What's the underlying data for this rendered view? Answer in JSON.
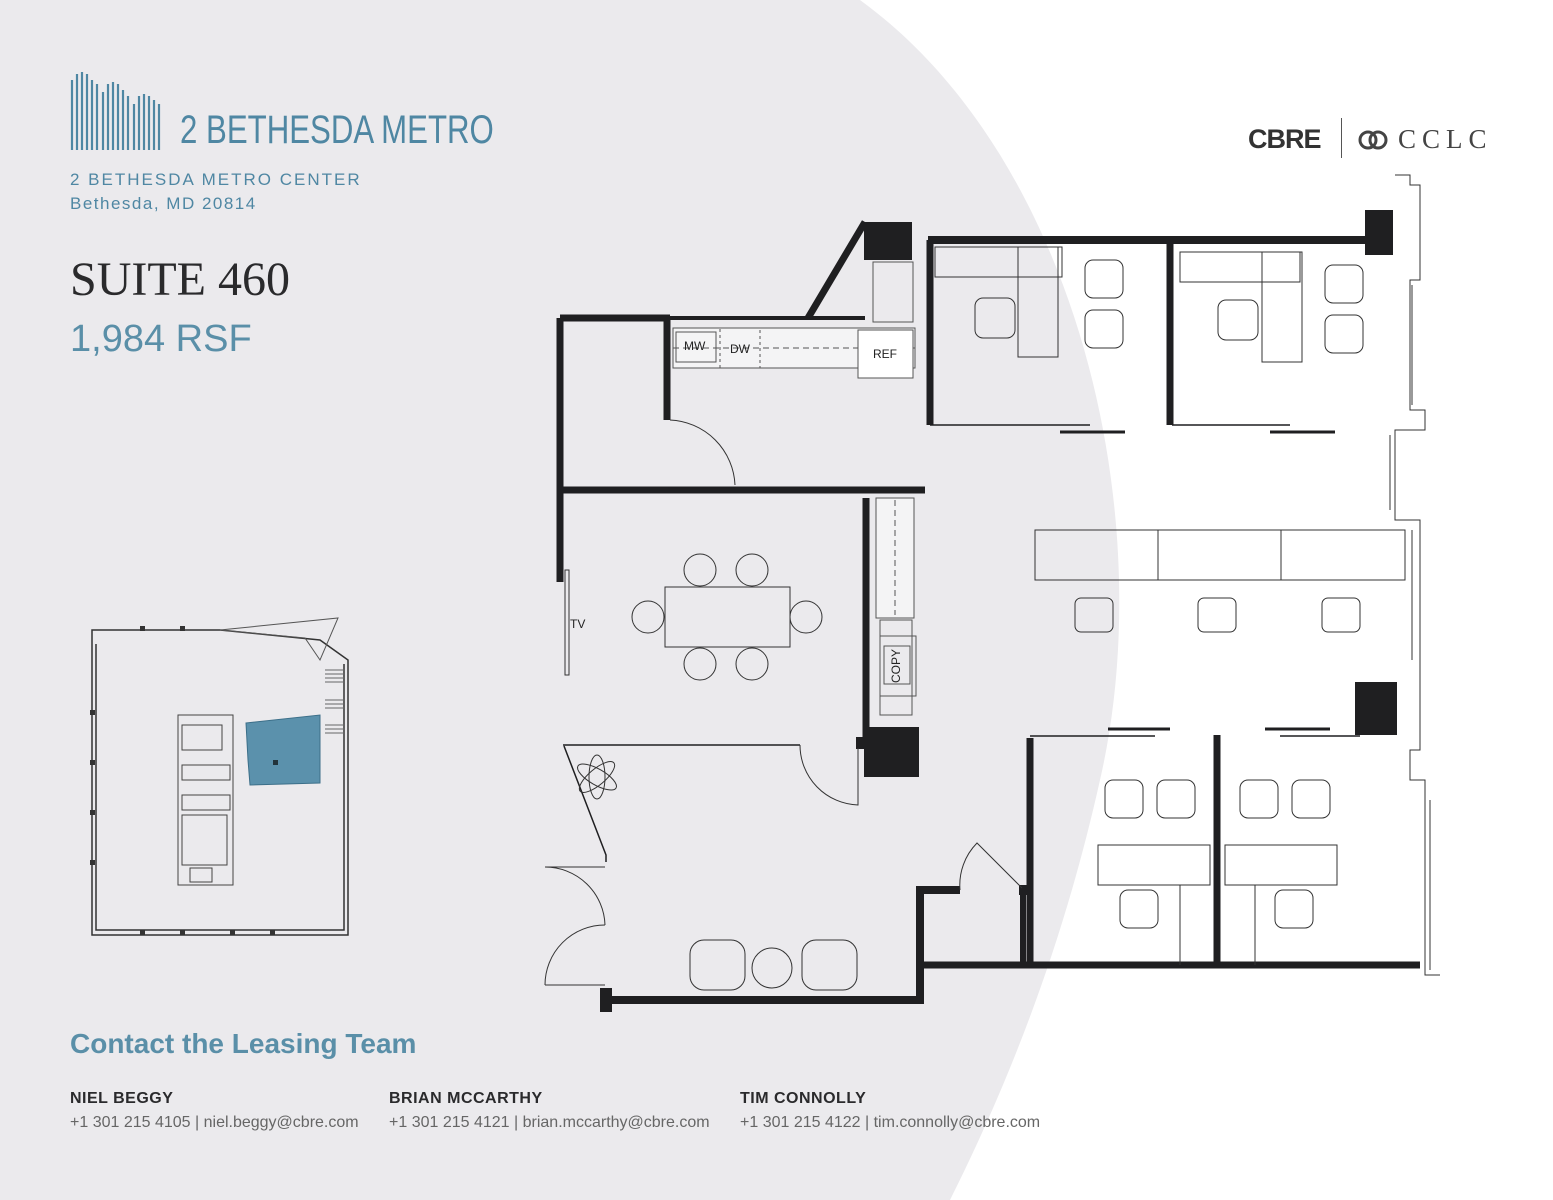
{
  "building": {
    "name": "2 BETHESDA METRO",
    "address_line1": "2 BETHESDA METRO CENTER",
    "address_line2": "Bethesda, MD 20814"
  },
  "brokers": {
    "primary": "CBRE",
    "secondary": "CCLC"
  },
  "suite": {
    "title": "SUITE 460",
    "area": "1,984 RSF"
  },
  "floor_plan": {
    "labels": {
      "microwave": "MW",
      "dishwasher": "DW",
      "refrigerator": "REF",
      "television": "TV",
      "copier": "COPY"
    }
  },
  "colors": {
    "brand_blue": "#5a8fa8",
    "highlight_suite": "#5b91ac",
    "background_curve": "#ebeaed",
    "wall": "#1f1f21"
  },
  "contact": {
    "heading": "Contact the Leasing Team",
    "people": [
      {
        "name": "NIEL BEGGY",
        "info": "+1 301 215 4105 | niel.beggy@cbre.com"
      },
      {
        "name": "BRIAN MCCARTHY",
        "info": "+1 301 215 4121 | brian.mccarthy@cbre.com"
      },
      {
        "name": "TIM CONNOLLY",
        "info": "+1 301 215 4122 | tim.connolly@cbre.com"
      }
    ]
  }
}
